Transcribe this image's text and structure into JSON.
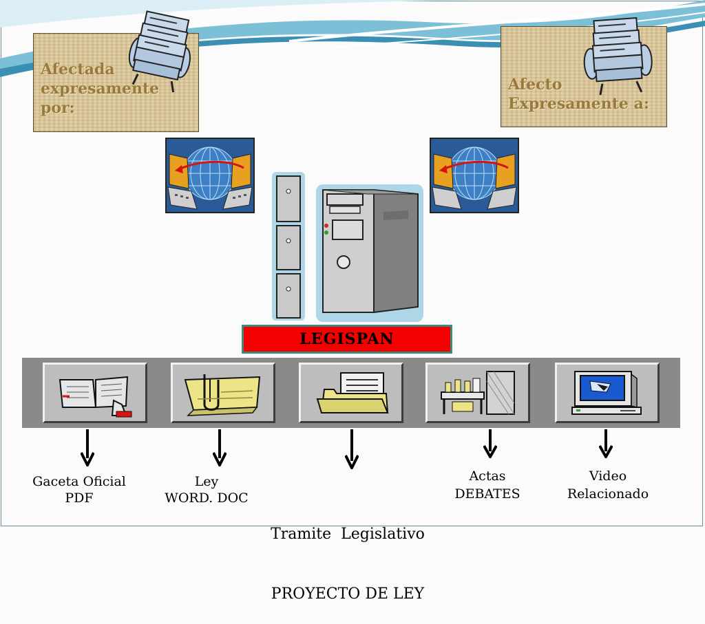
{
  "colors": {
    "legispan_fill": "#f40000",
    "legispan_border": "#3a8a7f",
    "parchment": "#d9c69b",
    "parchment_text": "#9a7a3c"
  },
  "top_left_box": {
    "line1": "Afectada",
    "line2": "expresamente",
    "line3": "por:",
    "icon": "rolodex-icon"
  },
  "top_right_box": {
    "line1": "Afecto",
    "line2": "Expresamente a:",
    "icon": "rolodex-icon"
  },
  "network_icons": [
    "network-globe-icon",
    "network-globe-icon"
  ],
  "server_icon": "server-tower-icon",
  "center_label": "LEGISPAN",
  "toolbar": {
    "items": [
      {
        "icon": "open-book-pdf-icon",
        "line1": "Gaceta Oficial",
        "line2": "PDF"
      },
      {
        "icon": "paperclip-document-icon",
        "line1": "Ley",
        "line2": "WORD. DOC"
      },
      {
        "icon": "file-folder-icon",
        "line1": "Tramite  Legislativo",
        "line2": "PROYECTO DE LEY"
      },
      {
        "icon": "archive-debates-icon",
        "line1": "Actas",
        "line2": "DEBATES"
      },
      {
        "icon": "computer-video-icon",
        "line1": "Video",
        "line2": "Relacionado"
      }
    ]
  }
}
